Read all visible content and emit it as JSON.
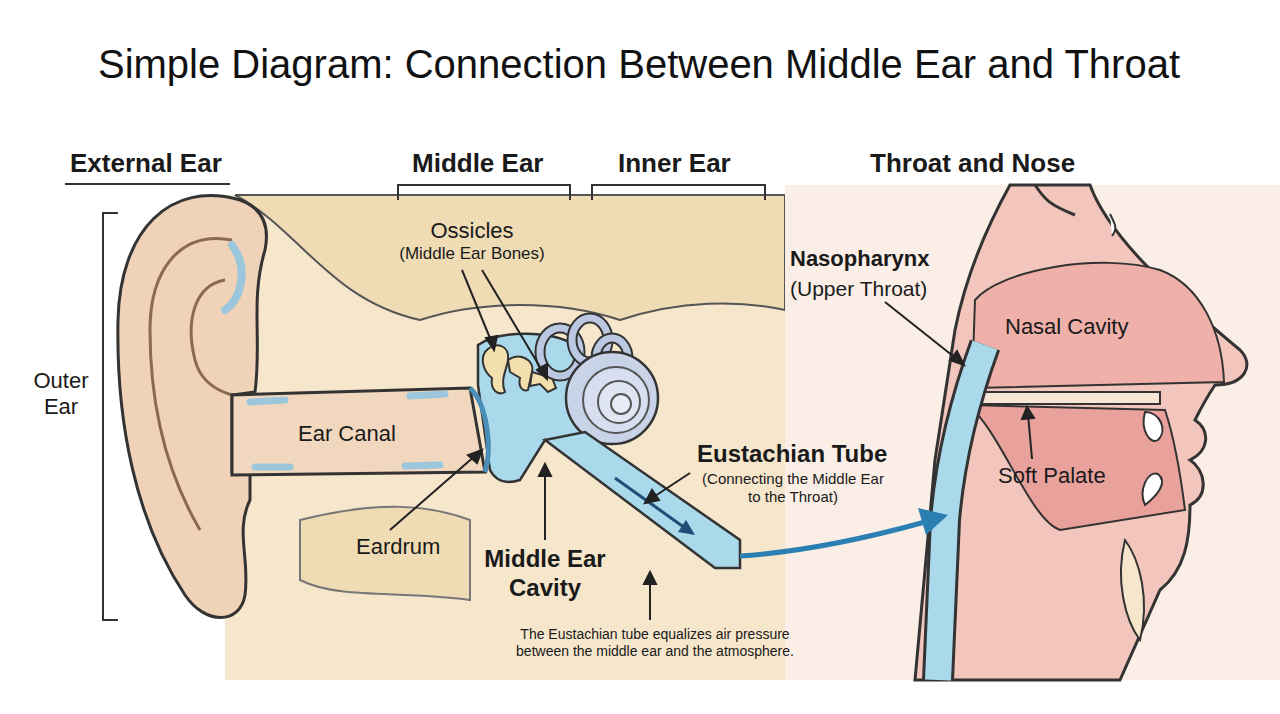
{
  "diagram": {
    "title": "Simple Diagram: Connection Between Middle Ear and Throat",
    "labels": [
      "External Ear",
      "Middle Ear",
      "Inner Ear",
      "Throat and Nose",
      "Outer Ear",
      "Ossicles",
      "(Middle Ear Bones)",
      "Nasopharynx",
      "(Upper Throat)",
      "Nasal Cavity",
      "Ear Canal",
      "Eustachian Tube",
      "(Connecting the Middle Ear to the Throat)",
      "Soft Palate",
      "Eardrum",
      "Middle Ear Cavity",
      "The Eustachian tube equalizes air pressure between the middle ear and the atmosphere."
    ]
  }
}
